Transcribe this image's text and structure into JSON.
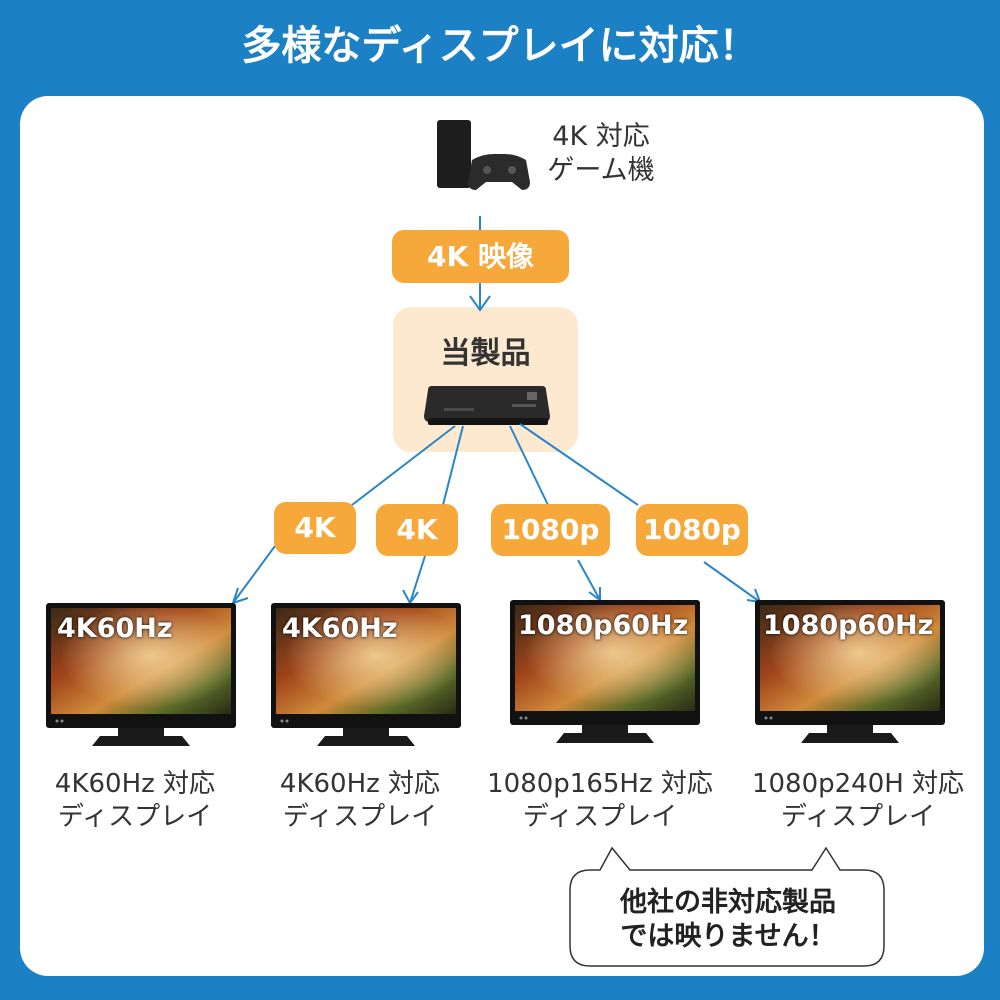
{
  "title": "多様なディスプレイに対応！",
  "source": {
    "line1": "4K 対応",
    "line2": "ゲーム機"
  },
  "video_tag": "4K 映像",
  "product_label": "当製品",
  "outputs": [
    {
      "tag": "4K",
      "screen": "4K60Hz",
      "caption1": "4K60Hz 対応",
      "caption2": "ディスプレイ"
    },
    {
      "tag": "4K",
      "screen": "4K60Hz",
      "caption1": "4K60Hz 対応",
      "caption2": "ディスプレイ"
    },
    {
      "tag": "1080p",
      "screen": "1080p60Hz",
      "caption1": "1080p165Hz 対応",
      "caption2": "ディスプレイ"
    },
    {
      "tag": "1080p",
      "screen": "1080p60Hz",
      "caption1": "1080p240H 対応",
      "caption2": "ディスプレイ"
    }
  ],
  "warning": {
    "line1": "他社の非対応製品",
    "line2": "では映りません！"
  },
  "colors": {
    "brand_blue": "#1c80c4",
    "tag_orange": "#f6a83b",
    "product_bg": "#fde9cf",
    "arrow_blue": "#2a86c8"
  }
}
